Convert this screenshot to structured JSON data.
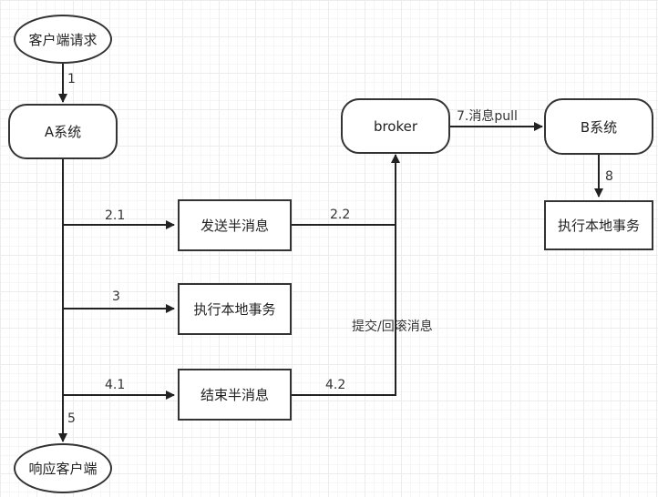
{
  "nodes": {
    "client_request": "客户端请求",
    "system_a": "A系统",
    "send_half_message": "发送半消息",
    "execute_local_tx_a": "执行本地事务",
    "end_half_message": "结束半消息",
    "respond_client": "响应客户端",
    "broker": "broker",
    "system_b": "B系统",
    "execute_local_tx_b": "执行本地事务"
  },
  "edges": {
    "e1": "1",
    "e2_1": "2.1",
    "e2_2": "2.2",
    "e3": "3",
    "e4_1": "4.1",
    "e4_2": "4.2",
    "e5": "5",
    "e7": "7.消息pull",
    "e8": "8",
    "commit_rollback": "提交/回滚消息"
  }
}
